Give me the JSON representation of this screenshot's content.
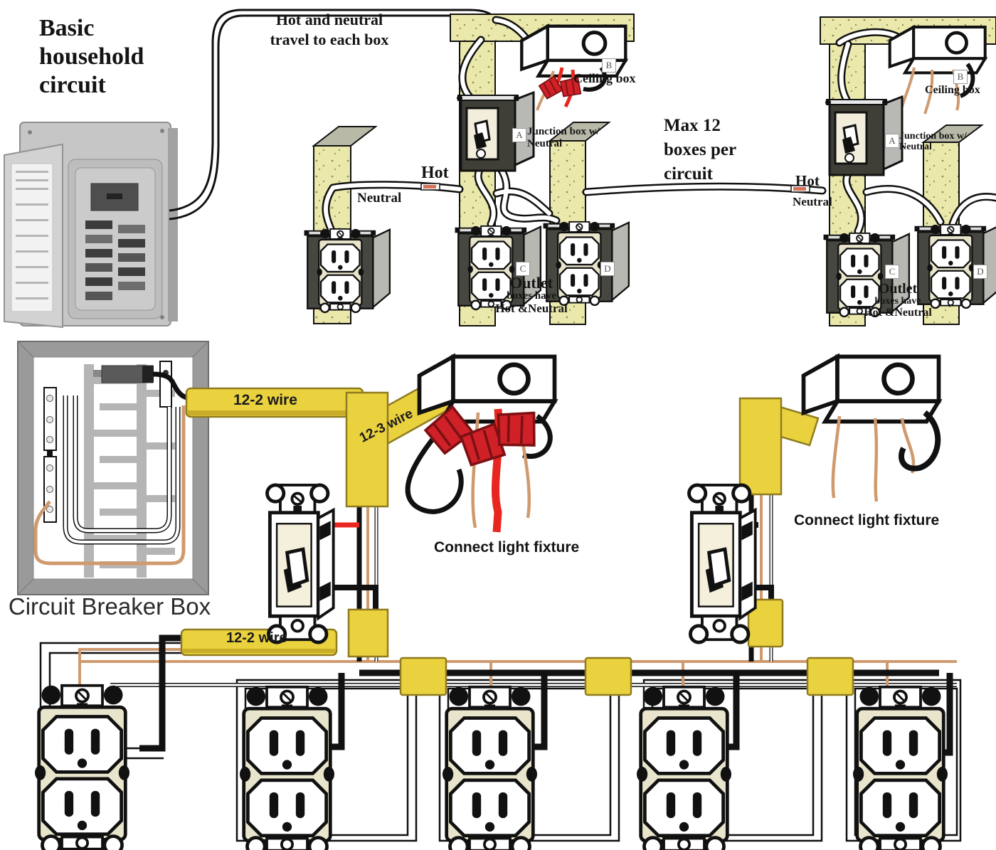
{
  "title": "Basic household circuit",
  "notes": {
    "travel1": "Hot and neutral",
    "travel2": "travel to each box",
    "max1": "Max 12",
    "max2": "boxes per",
    "max3": "circuit"
  },
  "assembly1": {
    "tag_b": "B",
    "ceiling": "Ceiling box",
    "tag_a": "A",
    "junction1": "Junction box w/",
    "junction2": "Neutral",
    "hot": "Hot",
    "neutral": "Neutral",
    "tag_c": "C",
    "tag_d": "D",
    "outlet1": "Outlet",
    "outlet2": "boxes have",
    "outlet3": "Hot &Neutral"
  },
  "assembly2": {
    "tag_b": "B",
    "ceiling": "Ceiling box",
    "tag_a": "A",
    "junction1": "Junction box w/",
    "junction2": "Neutral",
    "hot": "Hot",
    "neutral": "Neutral",
    "tag_c": "C",
    "tag_d": "D",
    "outlet1": "Outlet",
    "outlet2": "boxes have",
    "outlet3": "Hot &Neutral"
  },
  "schematic": {
    "breaker_label": "Circuit Breaker Box",
    "wire122a": "12-2 wire",
    "wire123": "12-3 wire",
    "wire122b": "12-2 wire",
    "connect_left": "Connect light fixture",
    "connect_right": "Connect light fixture"
  },
  "colors": {
    "stud": "#eae8ab",
    "cable_yellow": "#ead23f",
    "cable_edge": "#8f7c20",
    "copper": "#cf9a6e",
    "hot_red": "#e8261f",
    "panel_gray": "#c6c6c6"
  }
}
